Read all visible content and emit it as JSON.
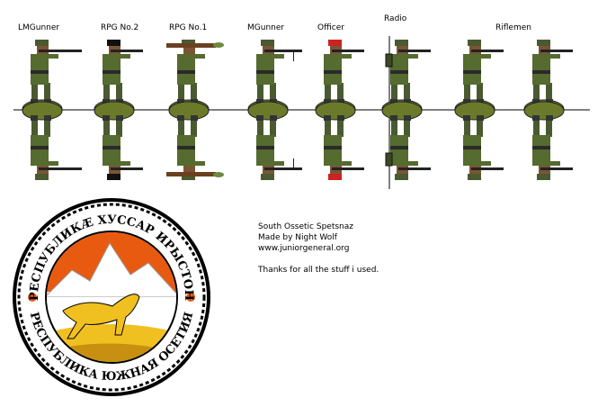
{
  "figures": [
    {
      "label": "LMGunner",
      "weapon": "lmg"
    },
    {
      "label": "RPG No.2",
      "weapon": "rifle"
    },
    {
      "label": "RPG No.1",
      "weapon": "rpg"
    },
    {
      "label": "MGunner",
      "weapon": "mg"
    },
    {
      "label": "Officer",
      "weapon": "rifle",
      "beret": "#cc2222"
    },
    {
      "label": "Radio",
      "weapon": "rifle",
      "radio": true
    },
    {
      "label": "",
      "weapon": "rifle"
    },
    {
      "label": "Riflemen",
      "weapon": "rifle"
    }
  ],
  "info": {
    "line1": "South Ossetic Spetsnaz",
    "line2": "Made by Night Wolf",
    "line3": "www.juniorgeneral.org",
    "line4": "Thanks for all the stuff i used."
  },
  "emblem": {
    "top_text": "РЕСПУБЛИКÆ ХУССАР ИРЫСТОН",
    "bottom_text": "РЕСПУБЛИКА ЮЖНАЯ ОСЕТИЯ",
    "colors": {
      "red": "#e85a10",
      "gold": "#f0c020",
      "green": "#3d5a2a"
    }
  }
}
